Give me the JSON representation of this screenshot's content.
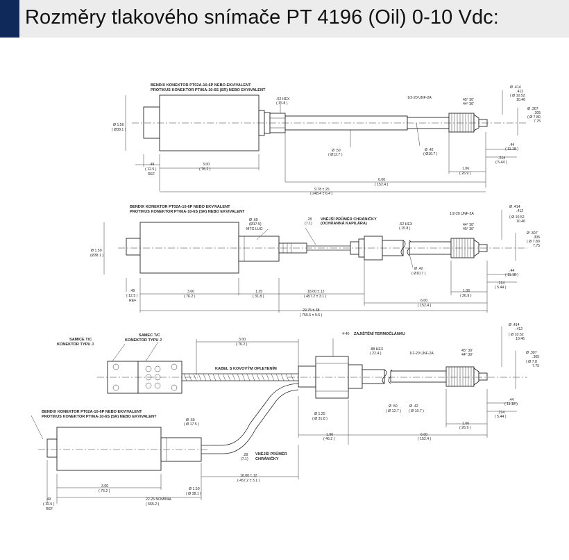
{
  "title": "Rozměry tlakového snímače PT 4196 (Oil) 0-10 Vdc:",
  "colors": {
    "header_bg": "#ececec",
    "accent": "#0f2a5a",
    "line": "#222222"
  },
  "d1": {
    "conn1": "BENDIX KONEKTOR PT02A-10-6P NEBO EKVIVALENT",
    "conn2": "PROTIKUS KONEKTOR PT06A-10-6S (SR) NEBO EKVIVALENT",
    "dia150": "Ø 1.50",
    "dia381": "( Ø38.1 )",
    "hex62": ".62 HEX",
    "hex158": "( 15.8 )",
    "unf": "1/2-20 UNF-2A",
    "ang1": "45° 30'",
    "ang2": "44° 30'",
    "d414": "Ø .414",
    "d412": ".412",
    "d1052": "( Ø 10.52",
    "d1046": "10.46",
    "d307": "Ø .307",
    "d305": ".305",
    "d780": "( Ø 7.80",
    "d775": "7.75",
    "dia50": "Ø .50",
    "dia127": "( Ø12.7 )",
    "dia42": "Ø .42",
    "dia107": "( Ø10.7 )",
    "l44": ".44",
    "l1118": "( 11.18 )",
    "l214": ".214",
    "l544": "( 5.44 )",
    "l49": ".49",
    "l125": "( 12.5 )",
    "ref": "REF",
    "l300": "3.00",
    "l762": "( 76.2 )",
    "l106": "1.06",
    "l269": "( 26.9 )",
    "l600": "6.00",
    "l1524": "( 152.4 )",
    "l978": "9.78 ±.25",
    "l2484": "( 248.4 ± 6.4 )"
  },
  "d2": {
    "conn1": "BENDIX KONEKTOR PT02A-10-6P NEBO EKVIVALENT",
    "conn2": "PROTIKUS KONEKTOR PT06A-10-6S (SR) NEBO EKVIVALENT",
    "dia69": "Ø .69",
    "dia175": "(Ø17.5)",
    "mtg": "MTG LUG",
    "l28": ".28",
    "l71": "(7.1)",
    "prot1": "VNĚJŠÍ PRŮMĚR CHRÁNIČKY",
    "prot2": "(OCHRANNÁ KAPILÁRA)",
    "hex62": ".62 HEX",
    "hex158": "( 15.8 )",
    "unf": "1/2-20 UNF-2A",
    "d414": "Ø .414",
    "d412": ".412",
    "d1052": "( Ø 10.52",
    "d1046": "10.46",
    "ang1": "44° 30'",
    "ang2": "45° 30'",
    "d307": "Ø .307",
    "d305": ".305",
    "d780": "( Ø 7.80",
    "d775": "7.75",
    "dia150": "Ø 1.50",
    "dia381": "(Ø38.1 )",
    "dia42": "Ø .42",
    "dia107": "( Ø10.7 )",
    "l44": ".44",
    "l1118": "( 11.18 )",
    "l214": ".214",
    "l544": "( 5.44 )",
    "l49": ".49",
    "l125": "( 12.5 )",
    "ref": "REF",
    "l300": "3.00",
    "l762": "( 76.2 )",
    "l125b": "1.25",
    "l318": "( 31.8 )",
    "l1800": "18.00 ±.12",
    "l4572": "( 457.2 ± 3.1 )",
    "l106": "1.06",
    "l269": "( 26.9 )",
    "l600": "6.00",
    "l1524": "( 152.4 )",
    "l2975": "29.75 ±.38",
    "l7556": "( 755.6 ± 9.6 )"
  },
  "d3": {
    "samice1": "SAMICE T/C",
    "samice2": "KONEKTOR TYPU J",
    "samec1": "SAMEC T/C",
    "samec2": "KONEKTOR TYPU J",
    "l300": "3.00",
    "l762": "( 76.2 )",
    "l440": "4-40",
    "tc": "ZAJIŠTĚNÍ TERMOČLÁNKU",
    "hex88": ".88 HEX",
    "hex224": "( 22.4 )",
    "unf": "1/2-20 UNF-2A",
    "d414": "Ø .414",
    "d412": ".412",
    "d1052": "( Ø 10.52",
    "d1046": "10.46",
    "ang1": "45° 30'",
    "ang2": "44° 30'",
    "d307": "Ø .307",
    "d305": ".305",
    "d78": "( Ø 7.8",
    "d775": "7.75",
    "kabel": "KABEL S KOVOVÝM OPLETENÍM",
    "dia125": "Ø 1.25",
    "dia318": "( Ø 31.8 )",
    "dia50": "Ø .50",
    "dia127": "( Ø 12.7 )",
    "dia42": "Ø .42",
    "dia107": "( Ø 10.7 )",
    "l44": ".44",
    "l1118": "( 11.18 )",
    "l214": ".214",
    "l544": "( 5.44 )",
    "conn1": "BENDIX KONEKTOR PT02A-10-6P NEBO EKVIVALENT",
    "conn2": "PROTIKUS KONEKTOR PT06A-10-6S (SR) NEBO EKVIVALENT",
    "dia69": "Ø .69",
    "dia175": "( Ø 17.5 )",
    "l190": "1.90",
    "l462": "( 46.2 )",
    "l600": "6.00",
    "l1524": "( 152.4 )",
    "l106": "1.06",
    "l269": "( 26.9 )",
    "l28": ".28",
    "l71": "(7.1)",
    "prot1": "VNĚJŠÍ PRŮMĚR",
    "prot2": "CHRÁNIČKY",
    "l1800": "18.00 ±.12",
    "l4572": "( 457.2 ± 3.1 )",
    "l300b": "3.00",
    "l762b": "( 76.2 )",
    "dia150": "Ø 1.50",
    "dia381": "( Ø 38.1 )",
    "l2225": "22.25  NOMINAL",
    "l5652": "( 565.2 )",
    "l49": ".49",
    "l125": "( 12.5 )",
    "ref": "REF"
  }
}
